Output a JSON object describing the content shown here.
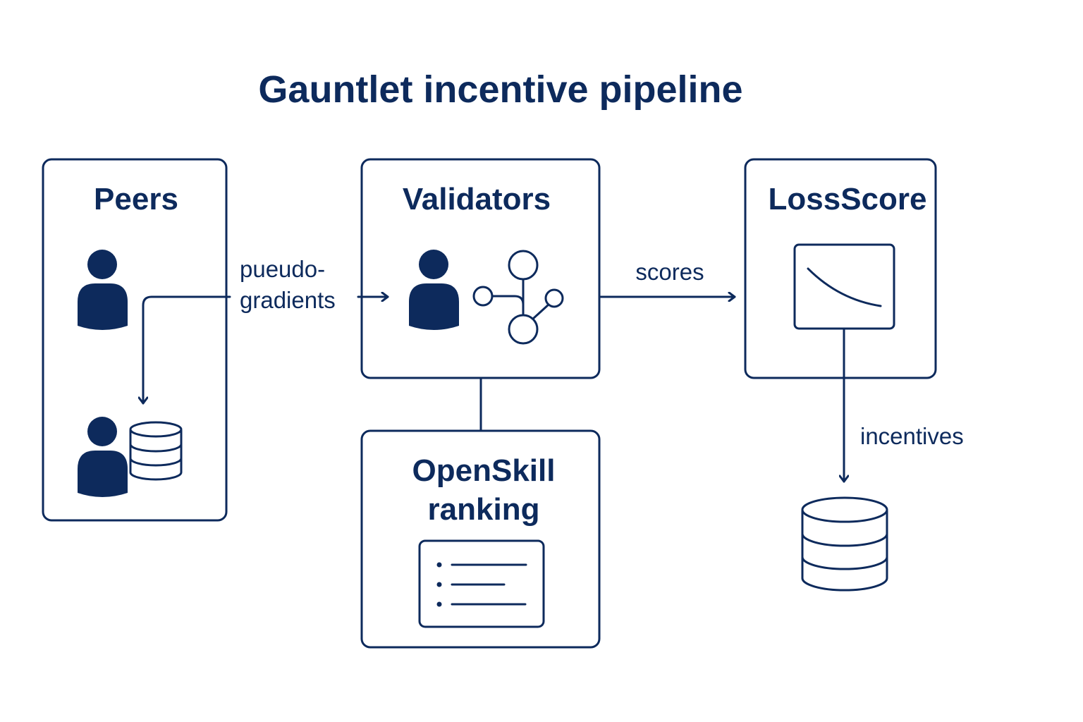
{
  "title": "Gauntlet incentive pipeline",
  "nodes": {
    "peers": {
      "label": "Peers"
    },
    "validators": {
      "label": "Validators"
    },
    "lossscore": {
      "label": "LossScore"
    },
    "openskill": {
      "label_line1": "OpenSkill",
      "label_line2": "ranking"
    }
  },
  "edges": {
    "pseudo_gradients": {
      "line1": "pueudo-",
      "line2": "gradients"
    },
    "scores": {
      "label": "scores"
    },
    "incentives": {
      "label": "incentives"
    }
  },
  "colors": {
    "primary": "#0d2a5c",
    "background": "#ffffff"
  }
}
